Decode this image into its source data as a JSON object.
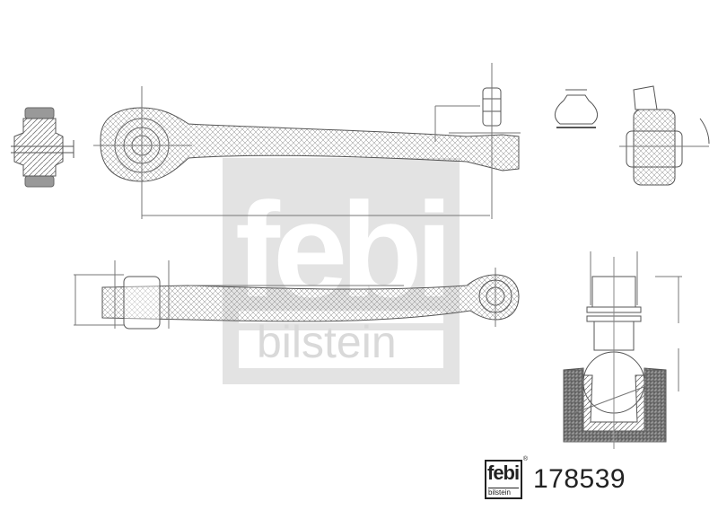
{
  "drawing": {
    "title": "Technical drawing — control arm",
    "views": [
      {
        "name": "bushing-cross-section"
      },
      {
        "name": "arm-top-view"
      },
      {
        "name": "dust-boot"
      },
      {
        "name": "ball-joint-side-view"
      },
      {
        "name": "arm-side-view"
      },
      {
        "name": "ball-joint-cross-section"
      }
    ],
    "line_color": "#555555",
    "hatch_color": "#888888"
  },
  "watermark": {
    "brand": "febi",
    "sub_brand": "bilstein",
    "color": "#d9d9d9"
  },
  "footer": {
    "logo": {
      "brand": "febi",
      "sub_brand": "bilstein",
      "registered_mark": "®"
    },
    "part_number": "178539"
  }
}
